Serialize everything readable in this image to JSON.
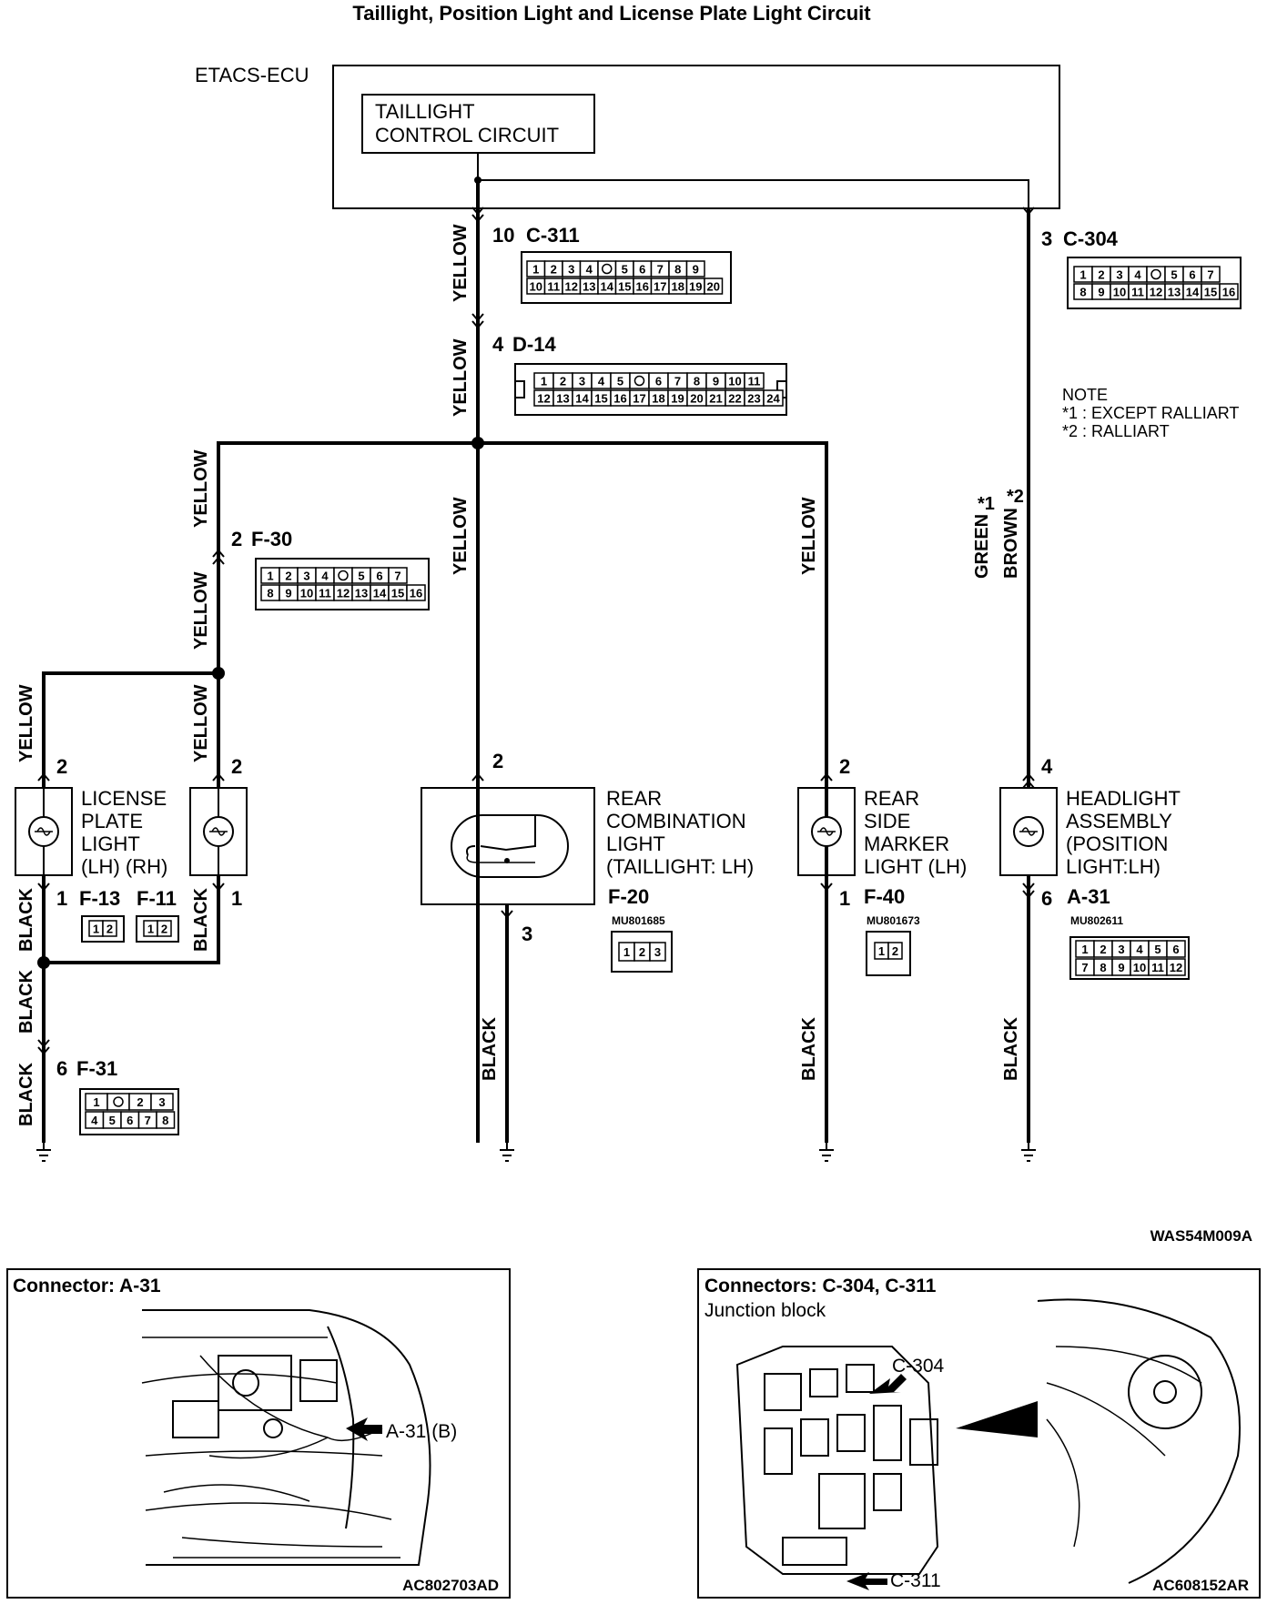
{
  "title": "Taillight, Position Light and License Plate Light Circuit",
  "ecu": {
    "name": "ETACS-ECU",
    "circuit_line1": "TAILLIGHT",
    "circuit_line2": "CONTROL CIRCUIT"
  },
  "connectors": {
    "c311": {
      "pin": "10",
      "id": "C-311",
      "row1": [
        "1",
        "2",
        "3",
        "4",
        "",
        "5",
        "6",
        "7",
        "8",
        "9"
      ],
      "row2": [
        "10",
        "11",
        "12",
        "13",
        "14",
        "15",
        "16",
        "17",
        "18",
        "19",
        "20"
      ]
    },
    "c304": {
      "pin": "3",
      "id": "C-304",
      "row1": [
        "1",
        "2",
        "3",
        "4",
        "",
        "5",
        "6",
        "7"
      ],
      "row2": [
        "8",
        "9",
        "10",
        "11",
        "12",
        "13",
        "14",
        "15",
        "16"
      ]
    },
    "d14": {
      "pin": "4",
      "id": "D-14",
      "row1": [
        "1",
        "2",
        "3",
        "4",
        "5",
        "",
        "6",
        "7",
        "8",
        "9",
        "10",
        "11"
      ],
      "row2": [
        "12",
        "13",
        "14",
        "15",
        "16",
        "17",
        "18",
        "19",
        "20",
        "21",
        "22",
        "23",
        "24"
      ]
    },
    "f30": {
      "pin": "2",
      "id": "F-30",
      "row1": [
        "1",
        "2",
        "3",
        "4",
        "",
        "5",
        "6",
        "7"
      ],
      "row2": [
        "8",
        "9",
        "10",
        "11",
        "12",
        "13",
        "14",
        "15",
        "16"
      ]
    },
    "f13": {
      "pin": "1",
      "id": "F-13",
      "cells": [
        "1",
        "2"
      ]
    },
    "f11": {
      "pin": "1",
      "id": "F-11",
      "cells": [
        "1",
        "2"
      ]
    },
    "f31": {
      "pin": "6",
      "id": "F-31",
      "row1": [
        "1",
        "",
        "2",
        "3"
      ],
      "row2": [
        "4",
        "5",
        "6",
        "7",
        "8"
      ]
    },
    "f20": {
      "id": "F-20",
      "part": "MU801685",
      "cells": [
        "1",
        "2",
        "3"
      ],
      "pin_top": "2",
      "pin_bottom": "3"
    },
    "f40": {
      "pin": "1",
      "id": "F-40",
      "part": "MU801673",
      "cells": [
        "1",
        "2"
      ],
      "pin_top": "2"
    },
    "a31": {
      "pin": "6",
      "id": "A-31",
      "part": "MU802611",
      "row1": [
        "1",
        "2",
        "3",
        "4",
        "5",
        "6"
      ],
      "row2": [
        "7",
        "8",
        "9",
        "10",
        "11",
        "12"
      ],
      "pin_top": "4"
    }
  },
  "wires": {
    "yellow": "YELLOW",
    "black": "BLACK",
    "green": "GREEN",
    "brown": "BROWN",
    "star1": "*1",
    "star2": "*2"
  },
  "components": {
    "license_plate": {
      "line1": "LICENSE",
      "line2": "PLATE",
      "line3": "LIGHT",
      "line4": "(LH)  (RH)",
      "pin_lh_top": "2",
      "pin_rh_top": "2"
    },
    "rear_combination": {
      "line1": "REAR",
      "line2": "COMBINATION",
      "line3": "LIGHT",
      "line4": "(TAILLIGHT: LH)"
    },
    "rear_side_marker": {
      "line1": "REAR",
      "line2": "SIDE",
      "line3": "MARKER",
      "line4": "LIGHT (LH)"
    },
    "headlight": {
      "line1": "HEADLIGHT",
      "line2": "ASSEMBLY",
      "line3": "(POSITION",
      "line4": " LIGHT:LH)"
    }
  },
  "note": {
    "title": "NOTE",
    "line1": "*1 : EXCEPT RALLIART",
    "line2": "*2 : RALLIART"
  },
  "figure_code": "WAS54M009A",
  "panel_a31": {
    "title": "Connector: A-31",
    "callout": "A-31 (B)",
    "code": "AC802703AD"
  },
  "panel_c304": {
    "title": "Connectors: C-304, C-311",
    "subtitle": "Junction block",
    "callout1": "C-304",
    "callout2": "C-311",
    "code": "AC608152AR"
  },
  "colors": {
    "ink": "#000000",
    "paper": "#ffffff"
  }
}
